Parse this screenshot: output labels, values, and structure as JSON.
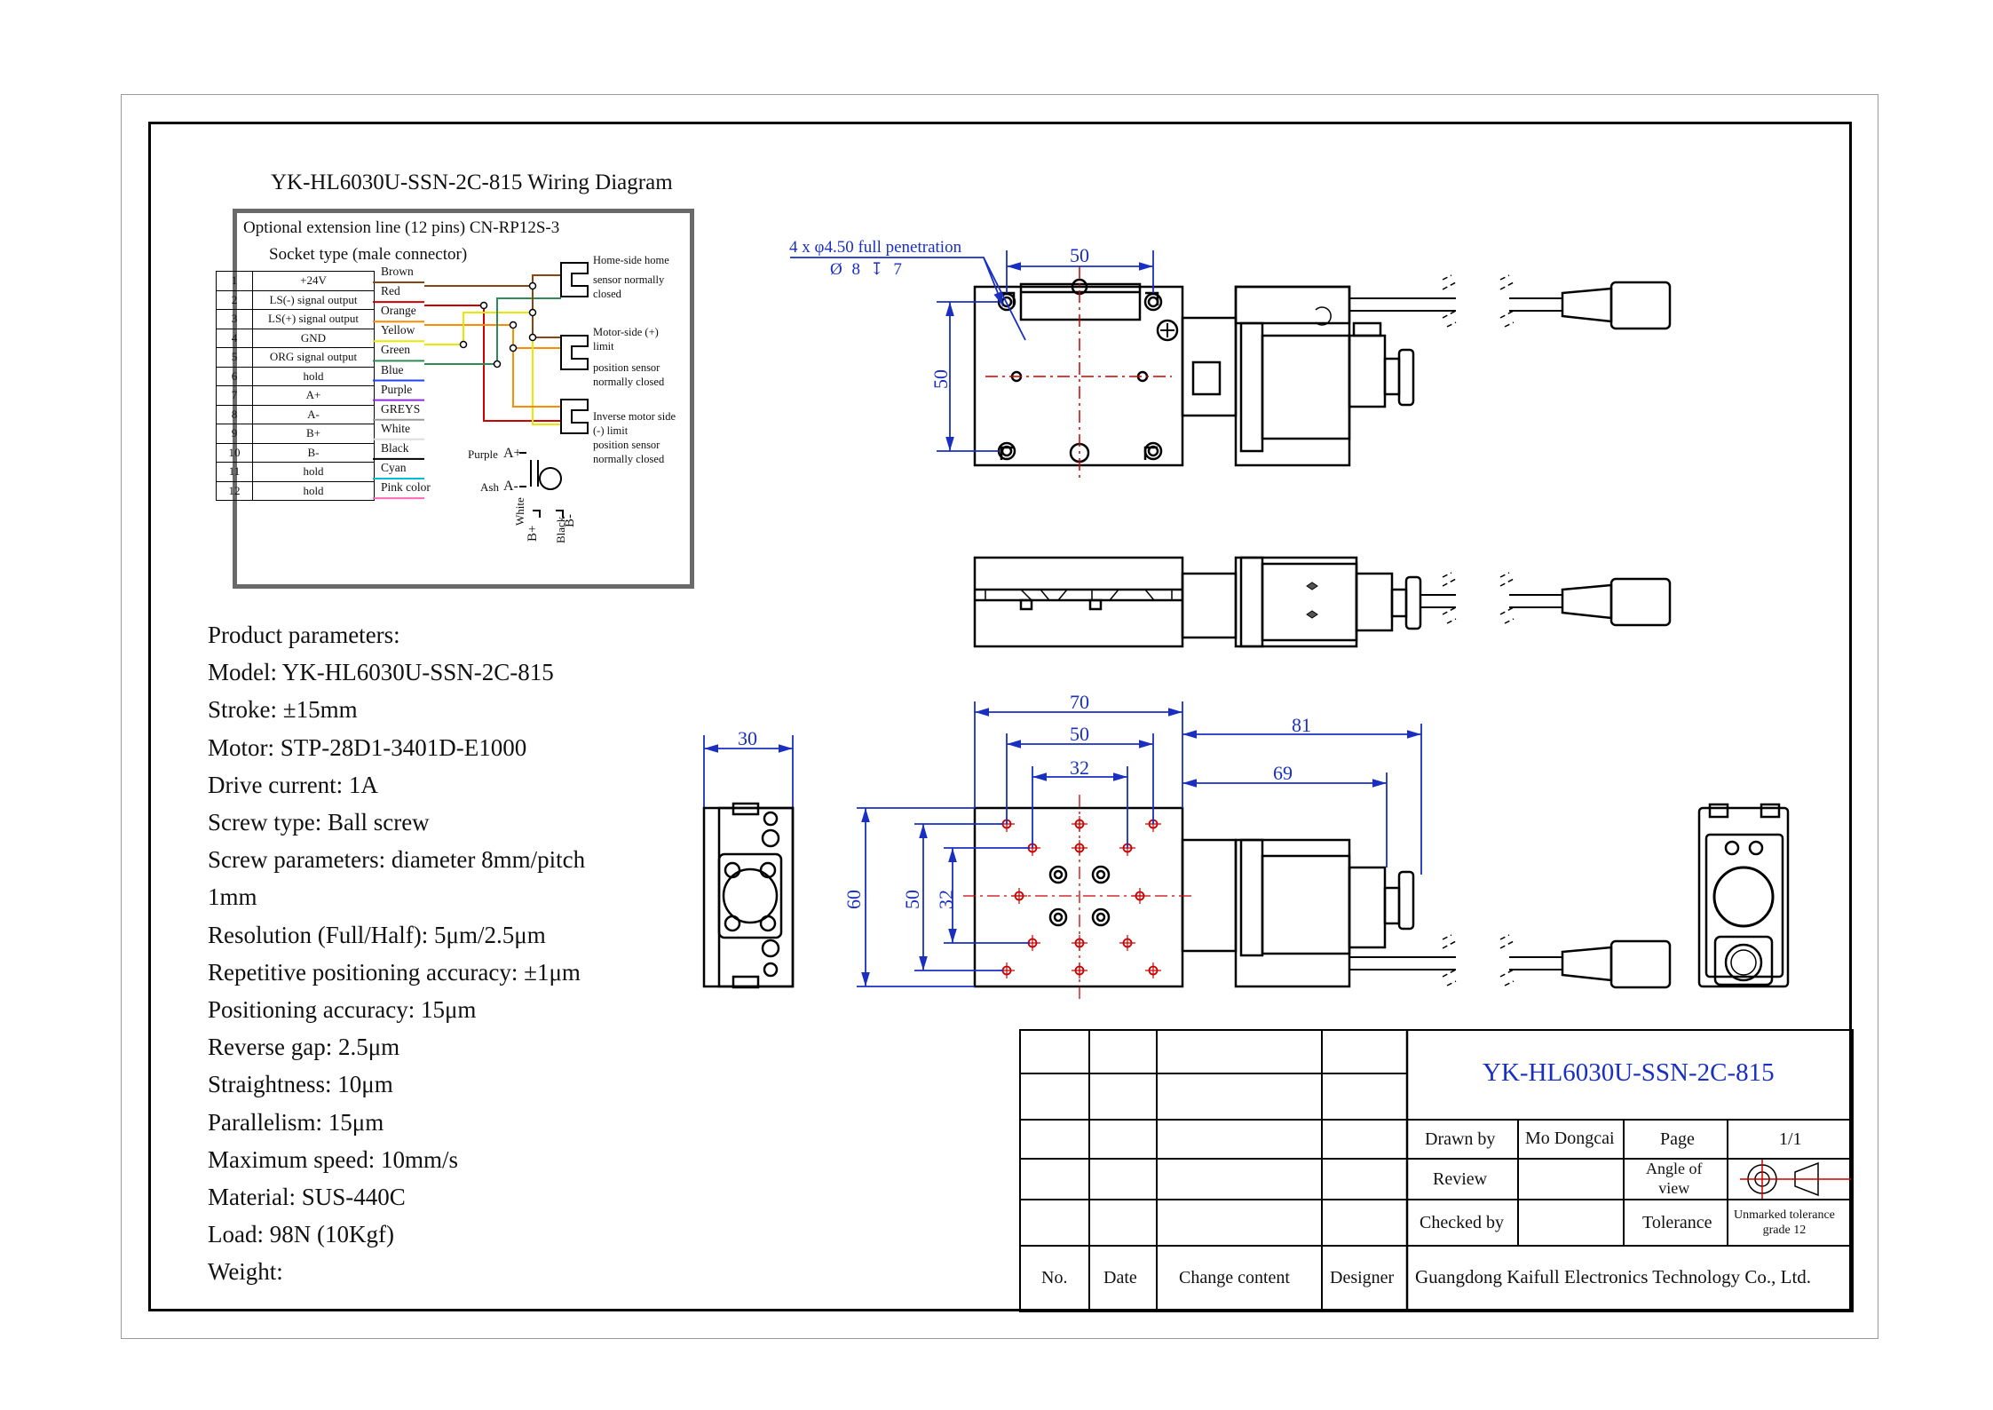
{
  "wiring": {
    "title": "YK-HL6030U-SSN-2C-815 Wiring Diagram",
    "extension_line": "Optional extension line (12 pins) CN-RP12S-3",
    "socket_type": "Socket type (male connector)",
    "pins": [
      {
        "num": "1",
        "function": "+24V",
        "color": "Brown"
      },
      {
        "num": "2",
        "function": "LS(-) signal output",
        "color": "Red"
      },
      {
        "num": "3",
        "function": "LS(+) signal output",
        "color": "Orange"
      },
      {
        "num": "4",
        "function": "GND",
        "color": "Yellow"
      },
      {
        "num": "5",
        "function": "ORG signal output",
        "color": "Green"
      },
      {
        "num": "6",
        "function": "hold",
        "color": "Blue"
      },
      {
        "num": "7",
        "function": "A+",
        "color": "Purple"
      },
      {
        "num": "8",
        "function": "A-",
        "color": "GREYS"
      },
      {
        "num": "9",
        "function": "B+",
        "color": "White"
      },
      {
        "num": "10",
        "function": "B-",
        "color": "Black"
      },
      {
        "num": "11",
        "function": "hold",
        "color": "Cyan"
      },
      {
        "num": "12",
        "function": "hold",
        "color": "Pink color"
      }
    ],
    "sensors": {
      "home_1": "Home-side home",
      "home_2": "sensor normally",
      "home_3": "closed",
      "motor_1": "Motor-side (+)",
      "motor_2": "limit",
      "motor_3": "position sensor",
      "motor_4": "normally closed",
      "inverse_1": "Inverse motor side",
      "inverse_2": "(-) limit",
      "inverse_3": "position sensor",
      "inverse_4": "normally closed"
    },
    "motor_leads": {
      "purple": "Purple",
      "a_plus": "A+",
      "ash": "Ash",
      "a_minus": "A-",
      "white": "White",
      "b_plus": "B+",
      "black": "Black",
      "b_minus": "B-"
    },
    "wire_colors": {
      "brown": "#8b4513",
      "red": "#cc0000",
      "orange": "#ff8c00",
      "yellow": "#e8e800",
      "green": "#2e8b57",
      "blue": "#1e40ff",
      "purple": "#8a2be2",
      "grey": "#9a9a9a",
      "white": "#dddddd",
      "black": "#000000",
      "cyan": "#00bcd4",
      "pink": "#ff69b4"
    }
  },
  "parameters": {
    "heading": "Product parameters:",
    "model": "Model: YK-HL6030U-SSN-2C-815",
    "stroke": "Stroke: ±15mm",
    "motor": "Motor: STP-28D1-3401D-E1000",
    "drive_current": "Drive current: 1A",
    "screw_type": "Screw type: Ball screw",
    "screw_params_1": "Screw parameters: diameter 8mm/pitch",
    "screw_params_2": "1mm",
    "resolution": "Resolution (Full/Half): 5μm/2.5μm",
    "repetitive": "Repetitive positioning accuracy: ±1μm",
    "positioning": "Positioning accuracy: 15μm",
    "reverse_gap": "Reverse gap: 2.5μm",
    "straightness": "Straightness: 10μm",
    "parallelism": "Parallelism: 15μm",
    "max_speed": "Maximum speed: 10mm/s",
    "material": "Material: SUS-440C",
    "load": "Load: 98N (10Kgf)",
    "weight": "Weight:"
  },
  "dimensions": {
    "hole_note": "4 x φ4.50 full penetration",
    "hole_depth": "Ø 8 ↧ 7",
    "top_50_width": "50",
    "top_50_height": "50",
    "d70": "70",
    "d50": "50",
    "d32": "32",
    "d81": "81",
    "d69": "69",
    "d30": "30",
    "d60": "60",
    "d50v": "50",
    "d32v": "32"
  },
  "title_block": {
    "model": "YK-HL6030U-SSN-2C-815",
    "drawn_by_label": "Drawn by",
    "drawn_by": "Mo Dongcai",
    "page_label": "Page",
    "page": "1/1",
    "review_label": "Review",
    "angle_label_1": "Angle of",
    "angle_label_2": "view",
    "checked_label": "Checked by",
    "tolerance_label": "Tolerance",
    "tolerance_1": "Unmarked tolerance",
    "tolerance_2": "grade 12",
    "col_no": "No.",
    "col_date": "Date",
    "col_change": "Change content",
    "col_designer": "Designer",
    "company": "Guangdong Kaifull Electronics Technology Co., Ltd."
  },
  "colors": {
    "dimension": "#1a2fc0",
    "center_mark": "#cc0000",
    "border": "#000000"
  }
}
